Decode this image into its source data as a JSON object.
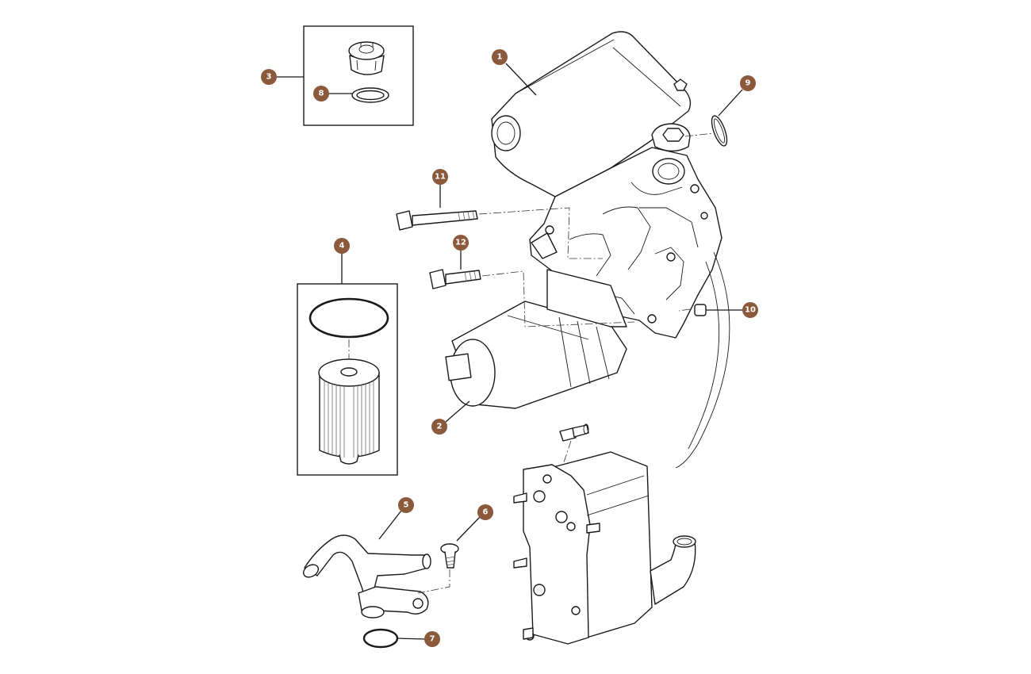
{
  "colors": {
    "badge": "#8b5a3c",
    "line": "#1a1a1a",
    "background": "#ffffff"
  },
  "callouts": [
    {
      "id": "1",
      "label": "1"
    },
    {
      "id": "2",
      "label": "2"
    },
    {
      "id": "3",
      "label": "3"
    },
    {
      "id": "4",
      "label": "4"
    },
    {
      "id": "5",
      "label": "5"
    },
    {
      "id": "6",
      "label": "6"
    },
    {
      "id": "7",
      "label": "7"
    },
    {
      "id": "8",
      "label": "8"
    },
    {
      "id": "9",
      "label": "9"
    },
    {
      "id": "10",
      "label": "10"
    },
    {
      "id": "11",
      "label": "11"
    },
    {
      "id": "12",
      "label": "12"
    }
  ]
}
